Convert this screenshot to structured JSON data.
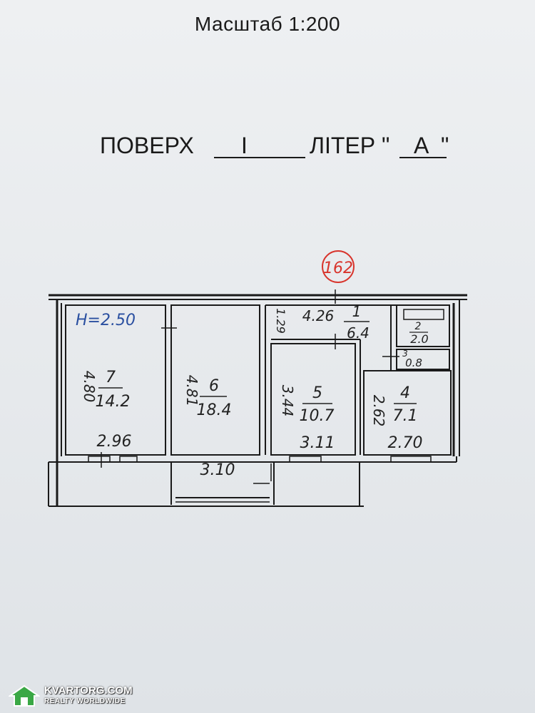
{
  "header": {
    "scale": "Масштаб 1:200"
  },
  "floor": {
    "label_floor": "ПОВЕРХ",
    "floor_value": "I",
    "label_letter": "ЛІТЕР \"",
    "letter_value": "А",
    "letter_close": "\""
  },
  "plan": {
    "stamp": "162",
    "height_note": "H=2.50",
    "rooms": [
      {
        "num": "7",
        "area": "14.2",
        "w": "2.96",
        "h": "4.80"
      },
      {
        "num": "6",
        "area": "18.4",
        "w": "3.10",
        "h": "4.81"
      },
      {
        "num": "5",
        "area": "10.7",
        "w": "3.11",
        "h": "3.44"
      },
      {
        "num": "4",
        "area": "7.1",
        "w": "2.70",
        "h": "2.62"
      },
      {
        "num": "1",
        "area": "6.4",
        "w": "4.26",
        "h": "1.29"
      },
      {
        "num": "2",
        "area": "2.0"
      },
      {
        "num": "3",
        "area": "0.8"
      }
    ]
  },
  "watermark": {
    "site": "KVARTORG.COM",
    "tagline": "REALTY WORLDWIDE"
  }
}
